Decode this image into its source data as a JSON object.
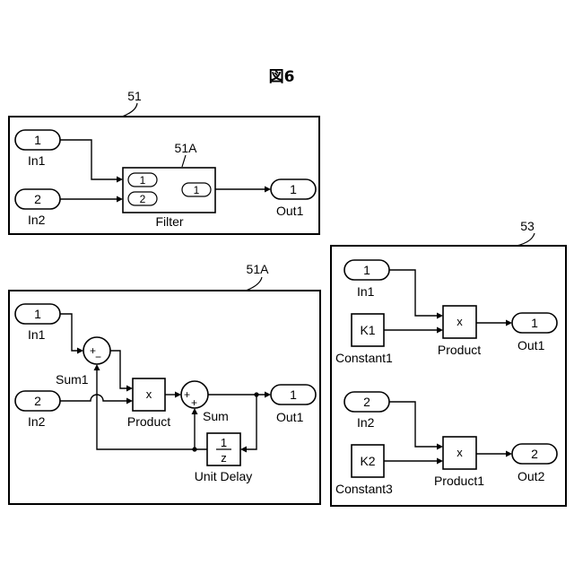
{
  "figure": {
    "title": "図6"
  },
  "panel_51": {
    "ref": "51",
    "in1": {
      "num": "1",
      "label": "In1"
    },
    "in2": {
      "num": "2",
      "label": "In2"
    },
    "filter": {
      "ref": "51A",
      "label": "Filter",
      "in_port_1": "1",
      "in_port_2": "2",
      "out_port_1": "1"
    },
    "out1": {
      "num": "1",
      "label": "Out1"
    }
  },
  "panel_51A": {
    "ref": "51A",
    "in1": {
      "num": "1",
      "label": "In1"
    },
    "in2": {
      "num": "2",
      "label": "In2"
    },
    "sum1": {
      "label": "Sum1",
      "sign_a": "+",
      "sign_b": "−"
    },
    "product": {
      "symbol": "x",
      "label": "Product"
    },
    "sum": {
      "label": "Sum",
      "sign_a": "+",
      "sign_b": "+"
    },
    "unit_delay": {
      "numerator": "1",
      "denominator": "z",
      "label": "Unit Delay"
    },
    "out1": {
      "num": "1",
      "label": "Out1"
    }
  },
  "panel_53": {
    "ref": "53",
    "in1": {
      "num": "1",
      "label": "In1"
    },
    "constant1": {
      "value": "K1",
      "label": "Constant1"
    },
    "product": {
      "symbol": "x",
      "label": "Product"
    },
    "out1": {
      "num": "1",
      "label": "Out1"
    },
    "in2": {
      "num": "2",
      "label": "In2"
    },
    "constant3": {
      "value": "K2",
      "label": "Constant3"
    },
    "product1": {
      "symbol": "x",
      "label": "Product1"
    },
    "out2": {
      "num": "2",
      "label": "Out2"
    }
  }
}
